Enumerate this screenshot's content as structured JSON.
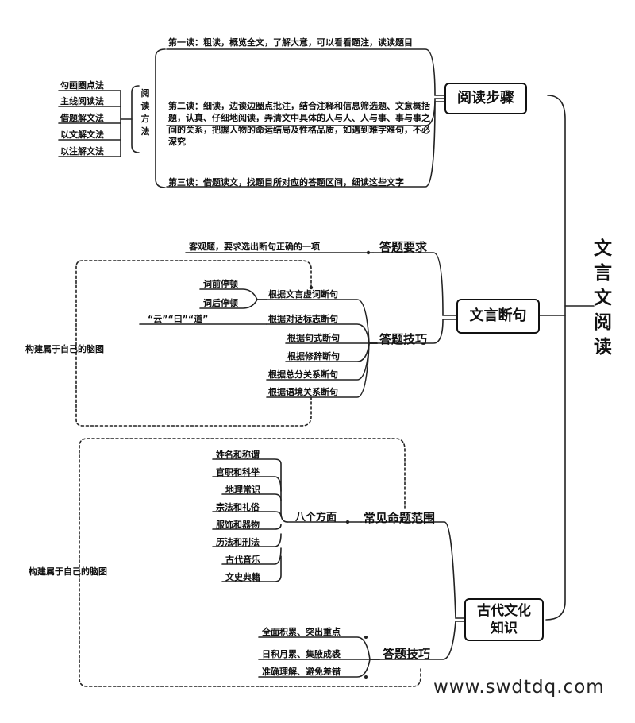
{
  "root": {
    "title": "文言文阅读"
  },
  "reading_steps": {
    "label": "阅读步骤",
    "reading_methods": {
      "label": "阅读方法",
      "items": [
        "勾画圈点法",
        "主线阅读法",
        "借题解文法",
        "以文解文法",
        "以注解文法"
      ]
    },
    "steps": [
      "第一读：粗读，概览全文，了解大意，可以看看题注，读读题目",
      "第二读：细读，边读边圈点批注，结合注释和信息筛选题、文意概括题，认真、仔细地阅读，弄清文中具体的人与人、人与事、事与事之间的关系，把握人物的命运结局及性格品质，如遇到难字难句，不必深究",
      "第三读：借题读文，找题目所对应的答题区间，细读这些文字"
    ]
  },
  "sentence_break": {
    "label": "文言断句",
    "requirement": {
      "label": "答题要求",
      "content": "客观题，要求选出断句正确的一项"
    },
    "skills": {
      "label": "答题技巧",
      "items": [
        "根据文言虚词断句",
        "根据对话标志断句",
        "根据句式断句",
        "根据修辞断句",
        "根据总分关系断句",
        "根据语境关系断句"
      ],
      "function_word_subs": [
        "词前停顿",
        "词后停顿"
      ],
      "dialogue_markers": "“云”“曰”“道”"
    },
    "own_map": "构建属于自己的脑图"
  },
  "ancient_culture": {
    "label": "古代文化知识",
    "scope": {
      "label": "常见命题范围",
      "connector": "八个方面",
      "items": [
        "姓名和称谓",
        "官职和科举",
        "地理常识",
        "宗法和礼俗",
        "服饰和器物",
        "历法和刑法",
        "古代音乐",
        "文史典籍"
      ]
    },
    "skills": {
      "label": "答题技巧",
      "items": [
        "全面积累、突出重点",
        "日积月累、集腋成裘",
        "准确理解、避免差错"
      ]
    },
    "own_map": "构建属于自己的脑图"
  },
  "watermark": "www.swdtdq.com"
}
